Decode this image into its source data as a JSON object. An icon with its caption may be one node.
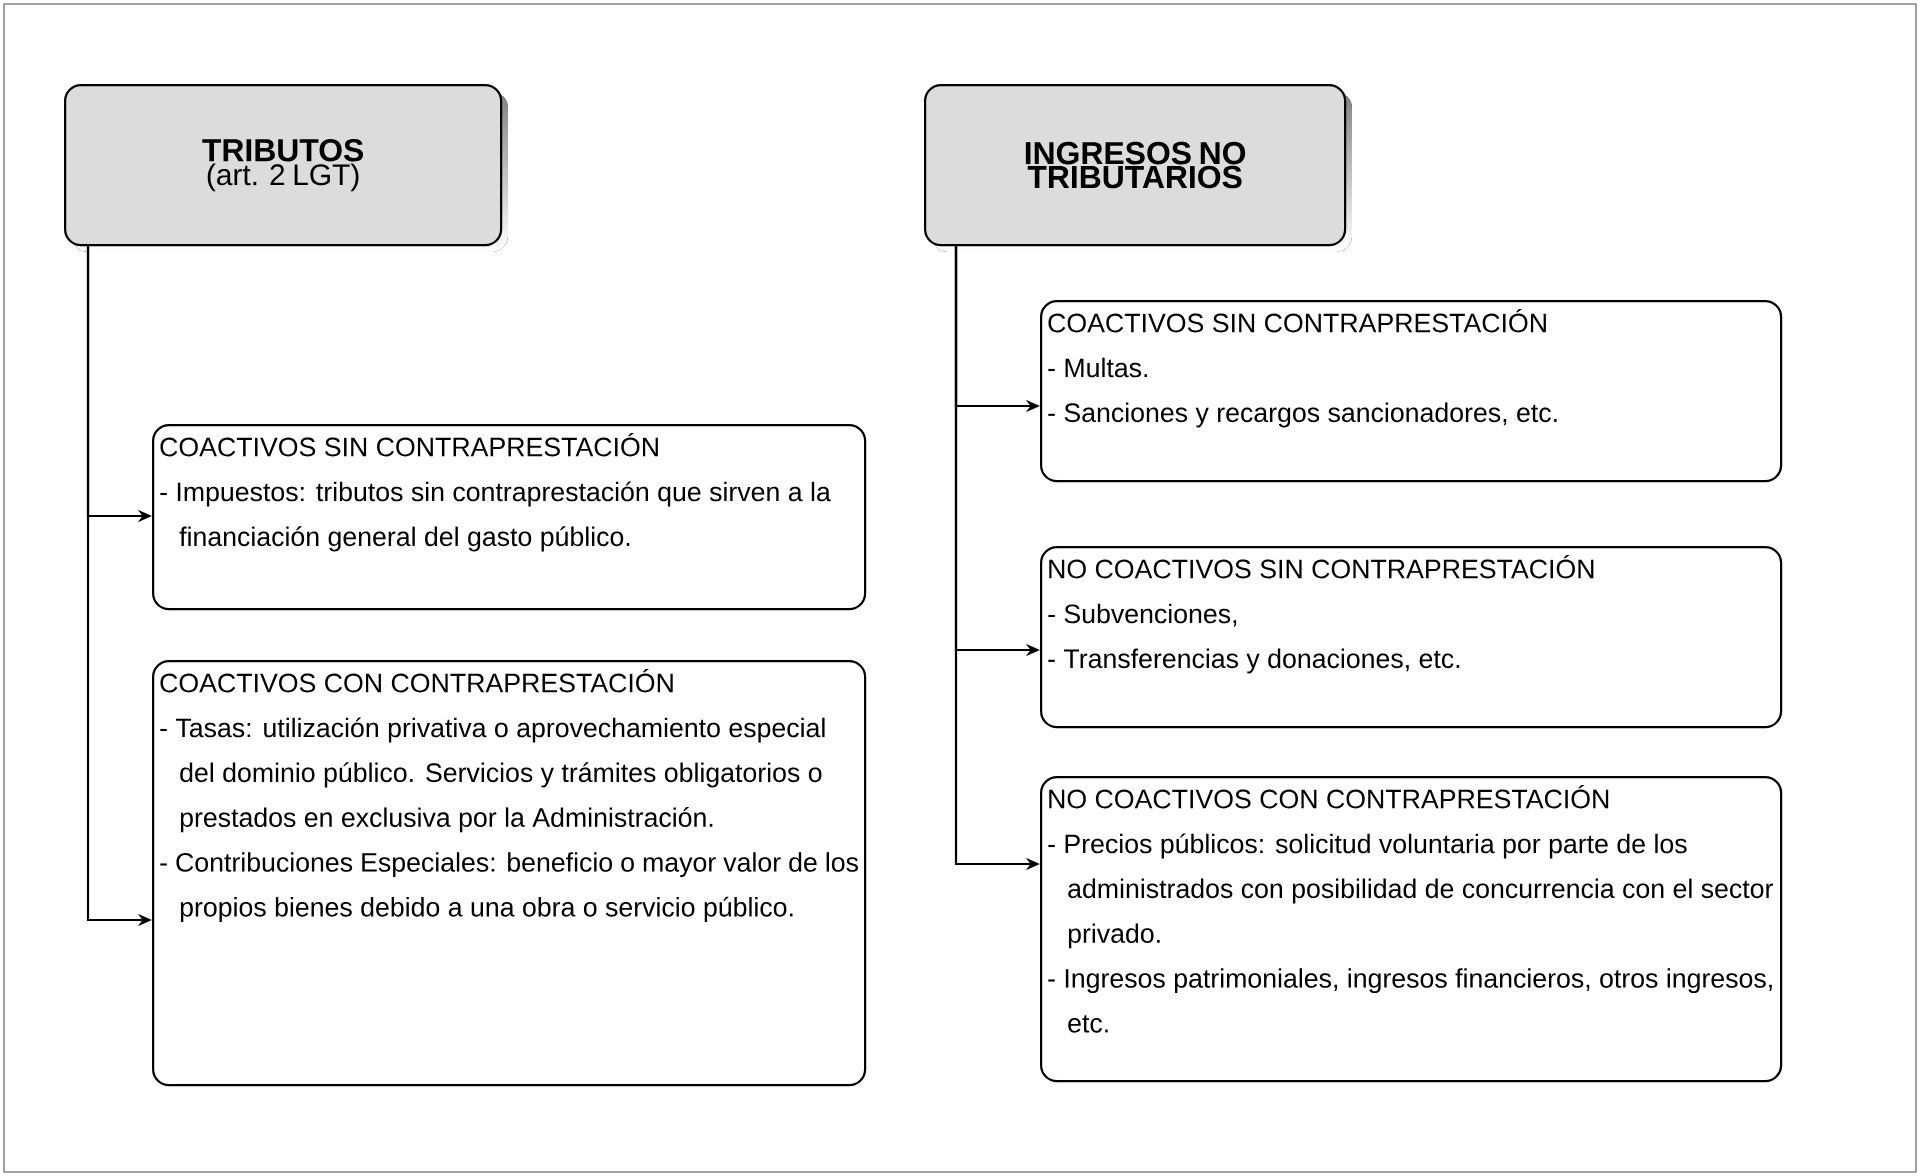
{
  "diagram": {
    "nodes": [
      {
        "text": [
          "TRIBUTOS",
          "(art. 2 LGT)"
        ]
      },
      {
        "text": [
          "INGRESOS NO TRIBUTARIOS"
        ]
      },
      {
        "text": [
          "COACTIVOS SIN CONTRAPRESTACIÓN",
          "- Impuestos: tributos sin contraprestación que sirven a la financiación general del gasto público."
        ]
      },
      {
        "text": [
          "COACTIVOS CON CONTRAPRESTACIÓN",
          "- Tasas: utilización privativa o aprovechamiento especial del dominio público. Servicios y trámites obligatorios o prestados en exclusiva por la Administración.",
          "- Contribuciones Especiales: beneficio o mayor valor de los propios bienes debido a una obra o servicio público."
        ]
      },
      {
        "text": [
          "COACTIVOS SIN CONTRAPRESTACIÓN",
          "- Multas.",
          "- Sanciones y recargos sancionadores, etc."
        ]
      },
      {
        "text": [
          "NO COACTIVOS SIN CONTRAPRESTACIÓN",
          "- Subvenciones,",
          "- Transferencias y donaciones, etc."
        ]
      },
      {
        "text": [
          "NO COACTIVOS CON CONTRAPRESTACIÓN",
          "- Precios públicos: solicitud voluntaria por parte de los administrados con posibilidad de concurrencia con el sector privado.",
          "- Ingresos patrimoniales, ingresos financieros, otros ingresos, etc."
        ]
      }
    ],
    "edges": [
      {
        "from": 0,
        "to": 2,
        "arrow": "to"
      },
      {
        "from": 0,
        "to": 3,
        "arrow": "to"
      },
      {
        "from": 1,
        "to": 4,
        "arrow": "to"
      },
      {
        "from": 1,
        "to": 5,
        "arrow": "to"
      },
      {
        "from": 1,
        "to": 6,
        "arrow": "to"
      }
    ]
  }
}
